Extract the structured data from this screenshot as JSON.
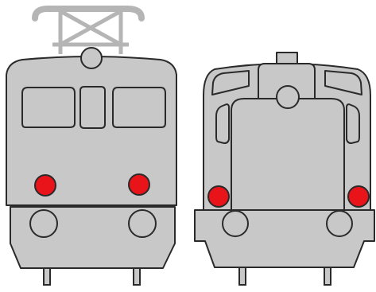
{
  "figure": {
    "objects": [
      {
        "kind": "electric-locomotive-front-view",
        "lights": 2,
        "buffers": 2,
        "windows": 3,
        "has_pantograph": true
      },
      {
        "kind": "diesel-locomotive-front-view",
        "lights": 2,
        "buffers": 2,
        "windows": 2,
        "has_pantograph": false
      }
    ],
    "colors": {
      "background": "#ffffff",
      "body_fill": "#c8c8c8",
      "pantograph": "#b5b5b5",
      "outline": "#2a2a2a",
      "light_red": "#e8141a"
    }
  }
}
